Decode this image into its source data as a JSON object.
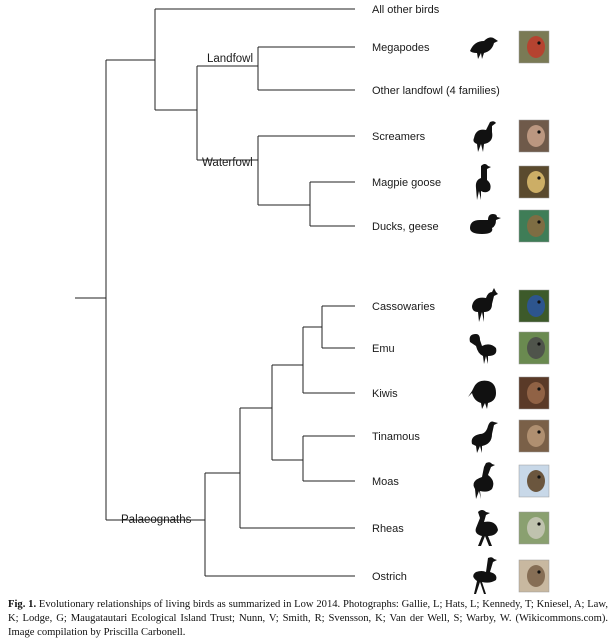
{
  "tips": [
    {
      "id": "all-other-birds",
      "label": "All other birds",
      "silhouette": "",
      "photo": ""
    },
    {
      "id": "megapodes",
      "label": "Megapodes",
      "silhouette": "megapode-silhouette-icon",
      "photo": "megapode-photo"
    },
    {
      "id": "other-landfowl",
      "label": "Other landfowl (4 families)",
      "silhouette": "",
      "photo": ""
    },
    {
      "id": "screamers",
      "label": "Screamers",
      "silhouette": "screamer-silhouette-icon",
      "photo": "screamer-photo"
    },
    {
      "id": "magpie-goose",
      "label": "Magpie goose",
      "silhouette": "magpie-goose-silhouette-icon",
      "photo": "magpie-goose-photo"
    },
    {
      "id": "ducks-geese",
      "label": "Ducks, geese",
      "silhouette": "duck-silhouette-icon",
      "photo": "duck-photo"
    },
    {
      "id": "cassowaries",
      "label": "Cassowaries",
      "silhouette": "cassowary-silhouette-icon",
      "photo": "cassowary-photo"
    },
    {
      "id": "emu",
      "label": "Emu",
      "silhouette": "emu-silhouette-icon",
      "photo": "emu-photo"
    },
    {
      "id": "kiwis",
      "label": "Kiwis",
      "silhouette": "kiwi-silhouette-icon",
      "photo": "kiwi-photo"
    },
    {
      "id": "tinamous",
      "label": "Tinamous",
      "silhouette": "tinamou-silhouette-icon",
      "photo": "tinamou-photo"
    },
    {
      "id": "moas",
      "label": "Moas",
      "silhouette": "moa-silhouette-icon",
      "photo": "moa-photo"
    },
    {
      "id": "rheas",
      "label": "Rheas",
      "silhouette": "rhea-silhouette-icon",
      "photo": "rhea-photo"
    },
    {
      "id": "ostrich",
      "label": "Ostrich",
      "silhouette": "ostrich-silhouette-icon",
      "photo": "ostrich-photo"
    }
  ],
  "clades": {
    "landfowl": "Landfowl",
    "waterfowl": "Waterfowl",
    "palaeognaths": "Palaeognaths"
  },
  "photo_colors": {
    "megapode-photo": [
      "#7a7a55",
      "#c03a2a"
    ],
    "screamer-photo": [
      "#6f5a4a",
      "#c9a28a"
    ],
    "magpie-goose-photo": [
      "#5a4a2e",
      "#e0c070"
    ],
    "duck-photo": [
      "#3f7d57",
      "#8a6a40"
    ],
    "cassowary-photo": [
      "#3d5a2a",
      "#2a55a0"
    ],
    "emu-photo": [
      "#6a8a50",
      "#4a4a4a"
    ],
    "kiwi-photo": [
      "#5a3a28",
      "#9a6a4a"
    ],
    "tinamou-photo": [
      "#7a6048",
      "#b89878"
    ],
    "moa-photo": [
      "#c8d8e8",
      "#5a4020"
    ],
    "rhea-photo": [
      "#8aa070",
      "#c8c8b8"
    ],
    "ostrich-photo": [
      "#c8b8a0",
      "#7a6048"
    ]
  },
  "caption": {
    "label": "Fig. 1.",
    "text": " Evolutionary relationships of living birds as summarized in Low 2014. Photographs: Gallie, L; Hats, L; Kennedy, T; Kniesel, A; Law, K; Lodge, G; Maugatautari Ecological Island Trust; Nunn, V; Smith, R; Svensson, K; Van der Well, S; Warby, W. (Wikicommons.com). Image compilation by Priscilla Carbonell."
  }
}
